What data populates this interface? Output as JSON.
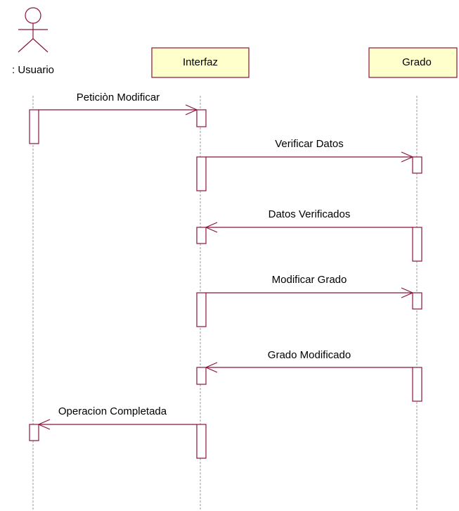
{
  "diagram": {
    "actor": {
      "label": ": Usuario"
    },
    "objects": [
      {
        "id": "interfaz",
        "label": "Interfaz"
      },
      {
        "id": "grado",
        "label": "Grado"
      }
    ],
    "messages": [
      {
        "label": "Peticiòn Modificar"
      },
      {
        "label": "Verificar Datos"
      },
      {
        "label": "Datos Verificados"
      },
      {
        "label": "Modificar Grado"
      },
      {
        "label": "Grado Modificado"
      },
      {
        "label": "Operacion Completada"
      }
    ]
  },
  "colors": {
    "line": "#8b1538",
    "object_fill": "#ffffcc",
    "lifeline": "#9a9a9a"
  }
}
